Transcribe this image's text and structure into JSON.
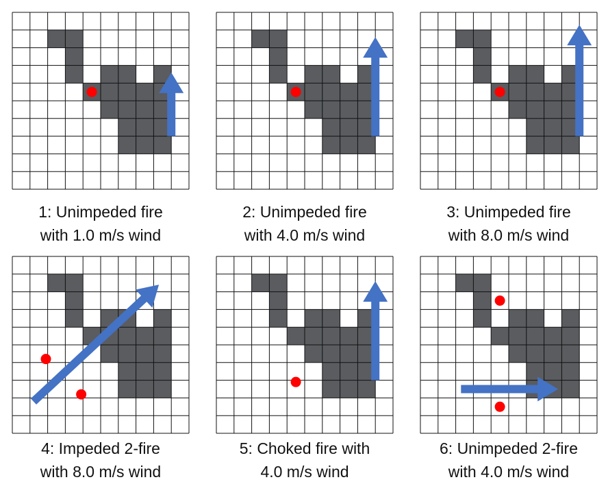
{
  "colors": {
    "grid_line": "#111111",
    "obstacle": "#5a5c60",
    "fire": "#ff0000",
    "wind_arrow": "#4472c4",
    "caption_text": "#111111"
  },
  "obstacle_cells": [
    [
      1,
      2
    ],
    [
      1,
      3
    ],
    [
      2,
      3
    ],
    [
      3,
      3
    ],
    [
      4,
      4
    ],
    [
      3,
      5
    ],
    [
      3,
      6
    ],
    [
      3,
      8
    ],
    [
      4,
      5
    ],
    [
      4,
      6
    ],
    [
      4,
      7
    ],
    [
      4,
      8
    ],
    [
      5,
      5
    ],
    [
      5,
      6
    ],
    [
      5,
      7
    ],
    [
      5,
      8
    ],
    [
      6,
      6
    ],
    [
      6,
      7
    ],
    [
      6,
      8
    ],
    [
      7,
      6
    ],
    [
      7,
      7
    ],
    [
      7,
      8
    ]
  ],
  "panels": [
    {
      "caption_line1": "1: Unimpeded fire",
      "caption_line2": "with 1.0 m/s wind",
      "fires": [
        [
          4.5,
          4.5
        ]
      ],
      "arrows": [
        {
          "from": [
            9,
            7.0
          ],
          "to": [
            9,
            3.4
          ],
          "head": "large"
        }
      ]
    },
    {
      "caption_line1": "2: Unimpeded fire",
      "caption_line2": "with 4.0 m/s wind",
      "fires": [
        [
          4.5,
          4.5
        ]
      ],
      "arrows": [
        {
          "from": [
            9,
            7.0
          ],
          "to": [
            9,
            1.4
          ],
          "head": "large"
        }
      ]
    },
    {
      "caption_line1": "3: Unimpeded fire",
      "caption_line2": "with 8.0 m/s wind",
      "fires": [
        [
          4.5,
          4.5
        ]
      ],
      "arrows": [
        {
          "from": [
            9,
            7.0
          ],
          "to": [
            9,
            0.7
          ],
          "head": "large"
        }
      ]
    },
    {
      "caption_line1": "4: Impeded 2-fire",
      "caption_line2": "with 8.0 m/s wind",
      "fires": [
        [
          1.9,
          5.8
        ],
        [
          3.9,
          7.8
        ]
      ],
      "arrows": [
        {
          "from": [
            1.2,
            8.2
          ],
          "to": [
            8.3,
            1.6
          ],
          "head": "large"
        }
      ]
    },
    {
      "caption_line1": "5: Choked fire with",
      "caption_line2": "4.0 m/s wind",
      "fires": [
        [
          4.5,
          7.1
        ]
      ],
      "arrows": [
        {
          "from": [
            9,
            7.0
          ],
          "to": [
            9,
            1.4
          ],
          "head": "large"
        }
      ]
    },
    {
      "caption_line1": "6: Unimpeded 2-fire",
      "caption_line2": "with 4.0 m/s wind",
      "fires": [
        [
          4.5,
          2.5
        ],
        [
          4.5,
          8.5
        ]
      ],
      "arrows": [
        {
          "from": [
            2.3,
            7.5
          ],
          "to": [
            7.8,
            7.5
          ],
          "head": "large"
        }
      ]
    }
  ]
}
